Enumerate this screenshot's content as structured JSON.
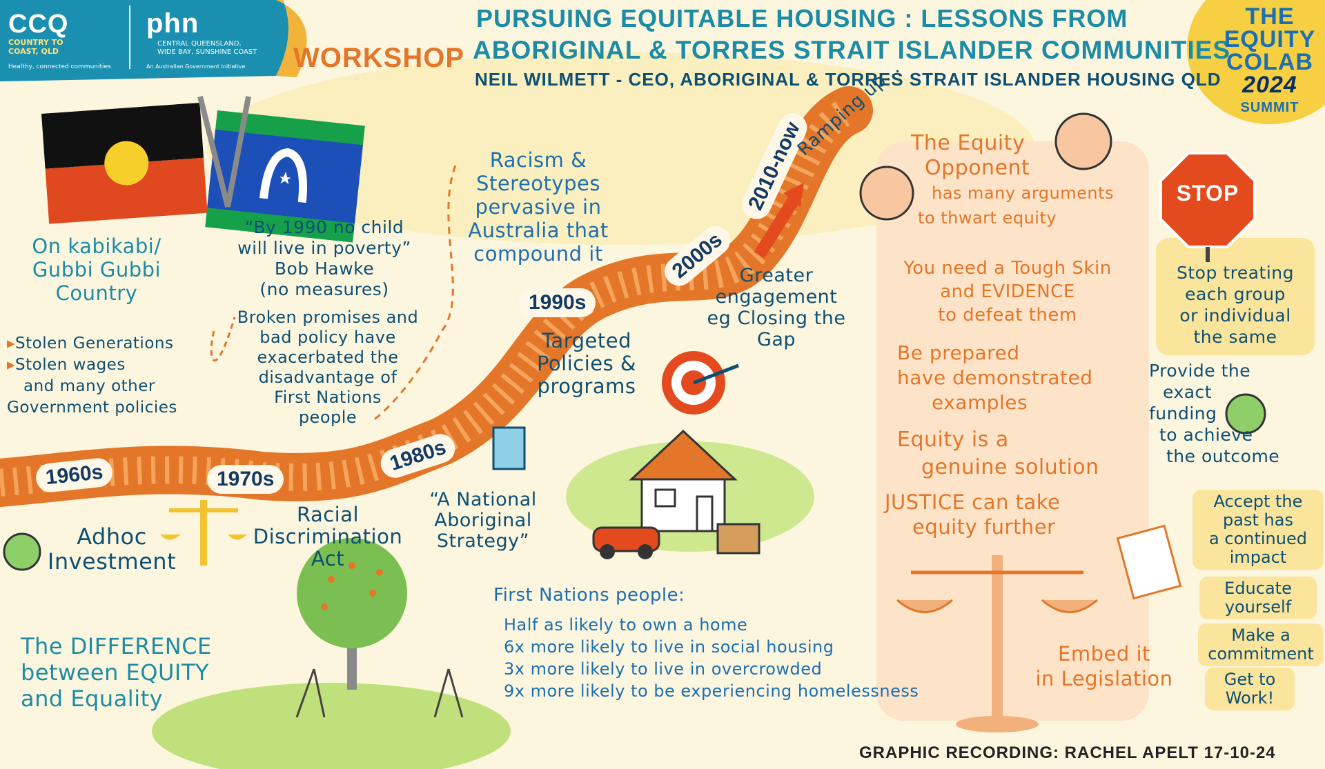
{
  "header": {
    "ccq_logo": "CCQ",
    "ccq_subtitle_lines": [
      "COUNTRY TO",
      "COAST, QLD"
    ],
    "ccq_tagline": "Healthy, connected communities",
    "phn_logo": "phn",
    "phn_subtitle_lines": [
      "CENTRAL QUEENSLAND,",
      "WIDE BAY, SUNSHINE COAST"
    ],
    "phn_tagline": "An Australian Government Initiative",
    "workshop_label": "WORKSHOP",
    "title_line1": "PURSUING EQUITABLE HOUSING :  LESSONS FROM",
    "title_line2": "ABORIGINAL & TORRES STRAIT ISLANDER COMMUNITIES",
    "subtitle": "NEIL WILMETT - CEO, ABORIGINAL & TORRES STRAIT ISLANDER HOUSING QLD",
    "badge_lines": [
      "THE",
      "EQUITY",
      "COLAB",
      "2024",
      "SUMMIT"
    ]
  },
  "left": {
    "country_lines": [
      "On kabikabi/",
      "Gubbi Gubbi",
      "Country"
    ],
    "policies": [
      "Stolen Generations",
      "Stolen wages"
    ],
    "policies_extra_lines": [
      "and many other",
      "Government policies"
    ],
    "quote_lines": [
      "“By 1990 no child",
      "will live in poverty”",
      "Bob Hawke",
      "(no measures)"
    ],
    "broken_lines": [
      "Broken promises and",
      "bad policy have",
      "exacerbated the",
      "disadvantage of",
      "First Nations",
      "people"
    ],
    "racism_lines": [
      "Racism &",
      "Stereotypes",
      "pervasive in",
      "Australia that",
      "compound it"
    ]
  },
  "timeline": {
    "eras": [
      "1960s",
      "1970s",
      "1980s",
      "1990s",
      "2000s",
      "2010-now"
    ],
    "ramping": "Ramping up...",
    "adhoc_lines": [
      "Adhoc",
      "Investment"
    ],
    "racial_lines": [
      "Racial",
      "Discrimination",
      "Act"
    ],
    "national_lines": [
      "“A National",
      "Aboriginal",
      "Strategy”"
    ],
    "targeted_lines": [
      "Targeted",
      "Policies &",
      "programs"
    ],
    "greater_lines": [
      "Greater",
      "engagement",
      "eg Closing the",
      "Gap"
    ]
  },
  "bottom_left": {
    "lines": [
      "The DIFFERENCE",
      "between EQUITY",
      "and Equality"
    ]
  },
  "stats": {
    "heading": "First Nations people:",
    "items": [
      "Half as likely to own a home",
      "6x  more likely to live in social housing",
      "3x  more likely to live in overcrowded",
      "9x  more likely to be experiencing homelessness"
    ]
  },
  "right": {
    "opponent_lines": [
      "The Equity",
      "Opponent",
      "has many arguments",
      "to thwart equity"
    ],
    "tough_lines": [
      "You need a Tough Skin",
      "and EVIDENCE",
      "to defeat them"
    ],
    "prepared_lines": [
      "Be prepared",
      "have demonstrated",
      "examples"
    ],
    "equity_lines": [
      "Equity is a",
      "genuine solution"
    ],
    "justice_lines": [
      "JUSTICE can take",
      "equity further"
    ],
    "embed_lines": [
      "Embed it",
      "in Legislation"
    ],
    "stop_sign": "STOP",
    "stop_treating_lines": [
      "Stop treating",
      "each group",
      "or individual",
      "the same"
    ],
    "funding_lines": [
      "Provide the",
      "exact",
      "funding",
      "to achieve",
      "the outcome"
    ],
    "accept_lines": [
      "Accept the",
      "past has",
      "a continued",
      "impact"
    ],
    "educate_lines": [
      "Educate",
      "yourself"
    ],
    "commit_lines": [
      "Make a",
      "commitment"
    ],
    "work_lines": [
      "Get to",
      "Work!"
    ]
  },
  "footer": {
    "credit": "GRAPHIC RECORDING: RACHEL APELT  17-10-24"
  },
  "colors": {
    "navy": "#0d4f73",
    "teal": "#1c8ba6",
    "orange": "#e37628",
    "yellow": "#fbe59c",
    "peach": "#fde3c8"
  }
}
